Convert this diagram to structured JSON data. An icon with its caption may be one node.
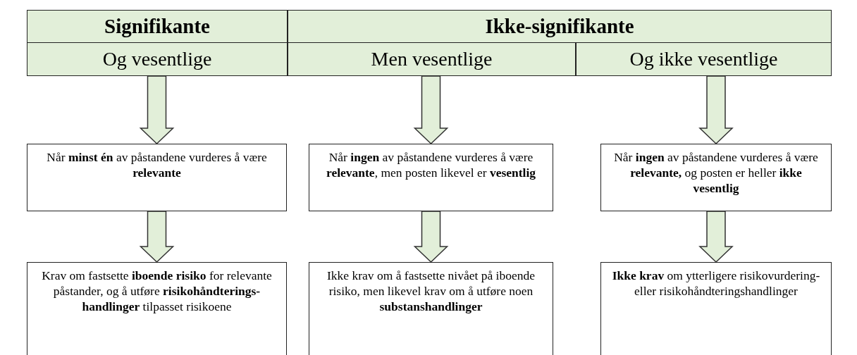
{
  "diagram": {
    "nodes": [
      {
        "text": [
          "Signifikante"
        ]
      },
      {
        "text": [
          "Ikke-signifikante"
        ]
      },
      {
        "text": [
          "Og vesentlige"
        ]
      },
      {
        "text": [
          "Men vesentlige"
        ]
      },
      {
        "text": [
          "Og ikke vesentlige"
        ]
      },
      {
        "text": [
          "Når **minst én** av påstandene vurderes å være **relevante**"
        ]
      },
      {
        "text": [
          "Når **ingen** av påstandene vurderes å være **relevante**, men posten likevel er **vesentlig**"
        ]
      },
      {
        "text": [
          "Når **ingen** av påstandene vurderes å være **relevante,** og posten er heller **ikke vesentlig**"
        ]
      },
      {
        "text": [
          "Krav om fastsette **iboende risiko** for relevante påstander, og å utføre **risikohåndterings-handlinger** tilpasset risikoene"
        ]
      },
      {
        "text": [
          "Ikke krav om å fastsette nivået på iboende risiko, men likevel krav om å utføre noen **substanshandlinger**"
        ]
      },
      {
        "text": [
          "**Ikke krav** om ytterligere risikovurdering- eller risikohåndteringshandlinger"
        ]
      }
    ],
    "edges": [
      {
        "from": 2,
        "to": 5,
        "arrow": "to"
      },
      {
        "from": 5,
        "to": 8,
        "arrow": "to"
      },
      {
        "from": 3,
        "to": 6,
        "arrow": "to"
      },
      {
        "from": 6,
        "to": 9,
        "arrow": "to"
      },
      {
        "from": 4,
        "to": 7,
        "arrow": "to"
      },
      {
        "from": 7,
        "to": 10,
        "arrow": "to"
      }
    ]
  }
}
